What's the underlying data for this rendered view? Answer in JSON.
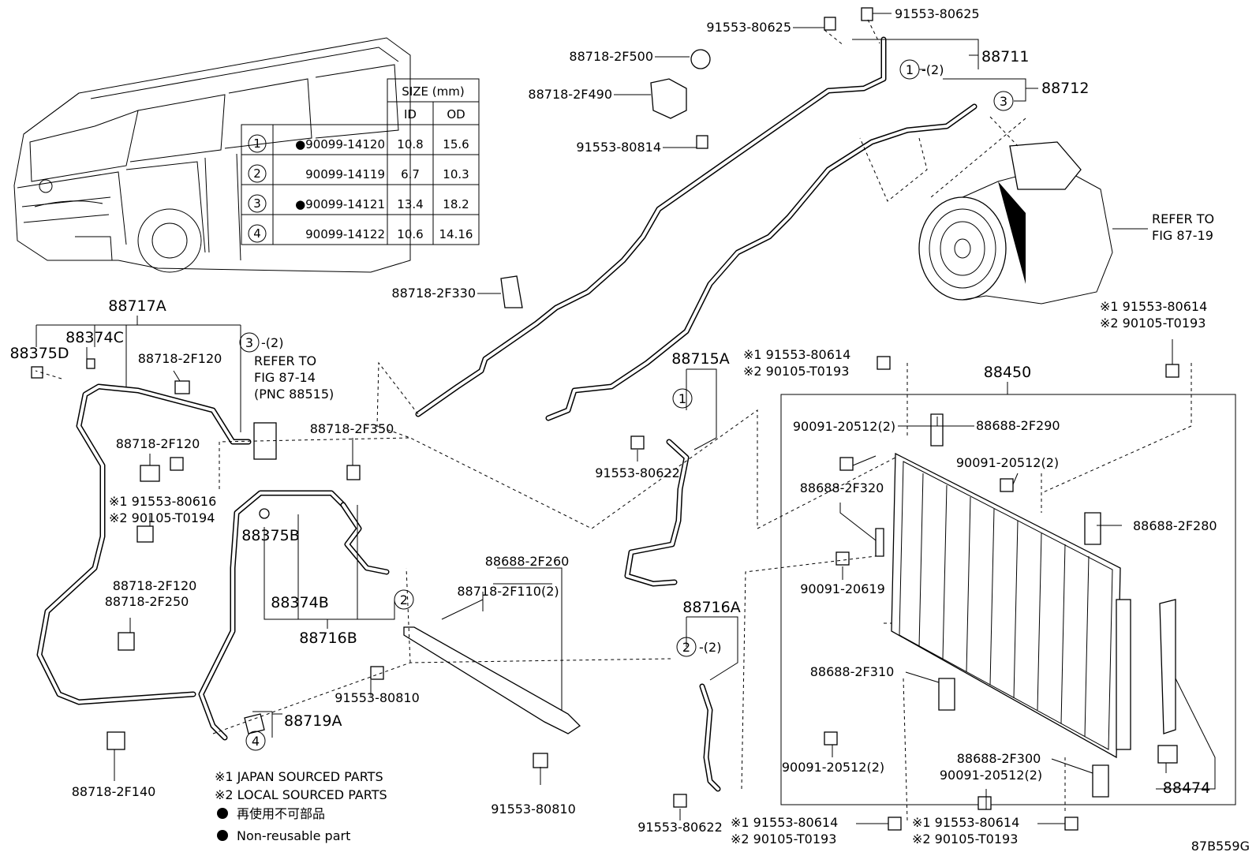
{
  "size_table": {
    "header_size": "SIZE (mm)",
    "header_id": "ID",
    "header_od": "OD",
    "rows": [
      {
        "ref": "1",
        "part": "●90099-14120",
        "id": "10.8",
        "od": "15.6"
      },
      {
        "ref": "2",
        "part": "90099-14119",
        "id": "6.7",
        "od": "10.3"
      },
      {
        "ref": "3",
        "part": "●90099-14121",
        "id": "13.4",
        "od": "18.2"
      },
      {
        "ref": "4",
        "part": "90099-14122",
        "id": "10.6",
        "od": "14.16"
      }
    ]
  },
  "top_labels": {
    "p1": "91553-80625",
    "p2": "91553-80625",
    "p3": "88718-2F500",
    "p4": "88711",
    "p5": "-(2)",
    "p6": "88712",
    "p7": "88718-2F490",
    "p8": "91553-80814",
    "p9": "REFER TO",
    "p10": "FIG 87-19",
    "p11": "88718-2F330"
  },
  "left_labels": {
    "a1": "88717A",
    "a2": "88374C",
    "a3": "88375D",
    "a4": "88718-2F120",
    "a5": "-(2)",
    "a6": "REFER TO",
    "a7": "FIG 87-14",
    "a8": "(PNC 88515)",
    "a9": "88718-2F120",
    "a10": "88718-2F350",
    "a11": "※1 91553-80616",
    "a12": "※2 90105-T0194",
    "a13": "88375B",
    "a14": "88718-2F120",
    "a15": "88718-2F250",
    "a16": "88374B",
    "a17": "88716B",
    "a18": "88688-2F260",
    "a19": "88718-2F110(2)",
    "a20": "91553-80810",
    "a21": "88719A",
    "a22": "88718-2F140",
    "a23": "91553-80810"
  },
  "mid_labels": {
    "m1": "88715A",
    "m2": "91553-80622",
    "m3": "88716A",
    "m4": "-(2)",
    "m5": "91553-80622"
  },
  "right_labels": {
    "r1": "※1 91553-80614",
    "r2": "※2 90105-T0193",
    "r3": "※1 91553-80614",
    "r4": "※2 90105-T0193",
    "r5": "88450",
    "r6": "90091-20512(2)",
    "r7": "88688-2F290",
    "r8": "90091-20512(2)",
    "r9": "88688-2F320",
    "r10": "88688-2F280",
    "r11": "90091-20619",
    "r12": "88688-2F310",
    "r13": "90091-20512(2)",
    "r14": "88688-2F300",
    "r15": "90091-20512(2)",
    "r16": "88474",
    "r17": "※1 91553-80614",
    "r18": "※2 90105-T0193",
    "r19": "※1 91553-80614",
    "r20": "※2 90105-T0193"
  },
  "callouts": {
    "c1a": "1",
    "c3a": "3",
    "c3b": "3",
    "c1b": "1",
    "c2a": "2",
    "c2b": "2",
    "c4": "4"
  },
  "legend": {
    "japan": "※1 JAPAN SOURCED PARTS",
    "local": "※2 LOCAL SOURCED PARTS",
    "jp_nonreuse": "再使用不可部品",
    "nonreuse": "Non-reusable part"
  },
  "figure_code": "87B559G"
}
